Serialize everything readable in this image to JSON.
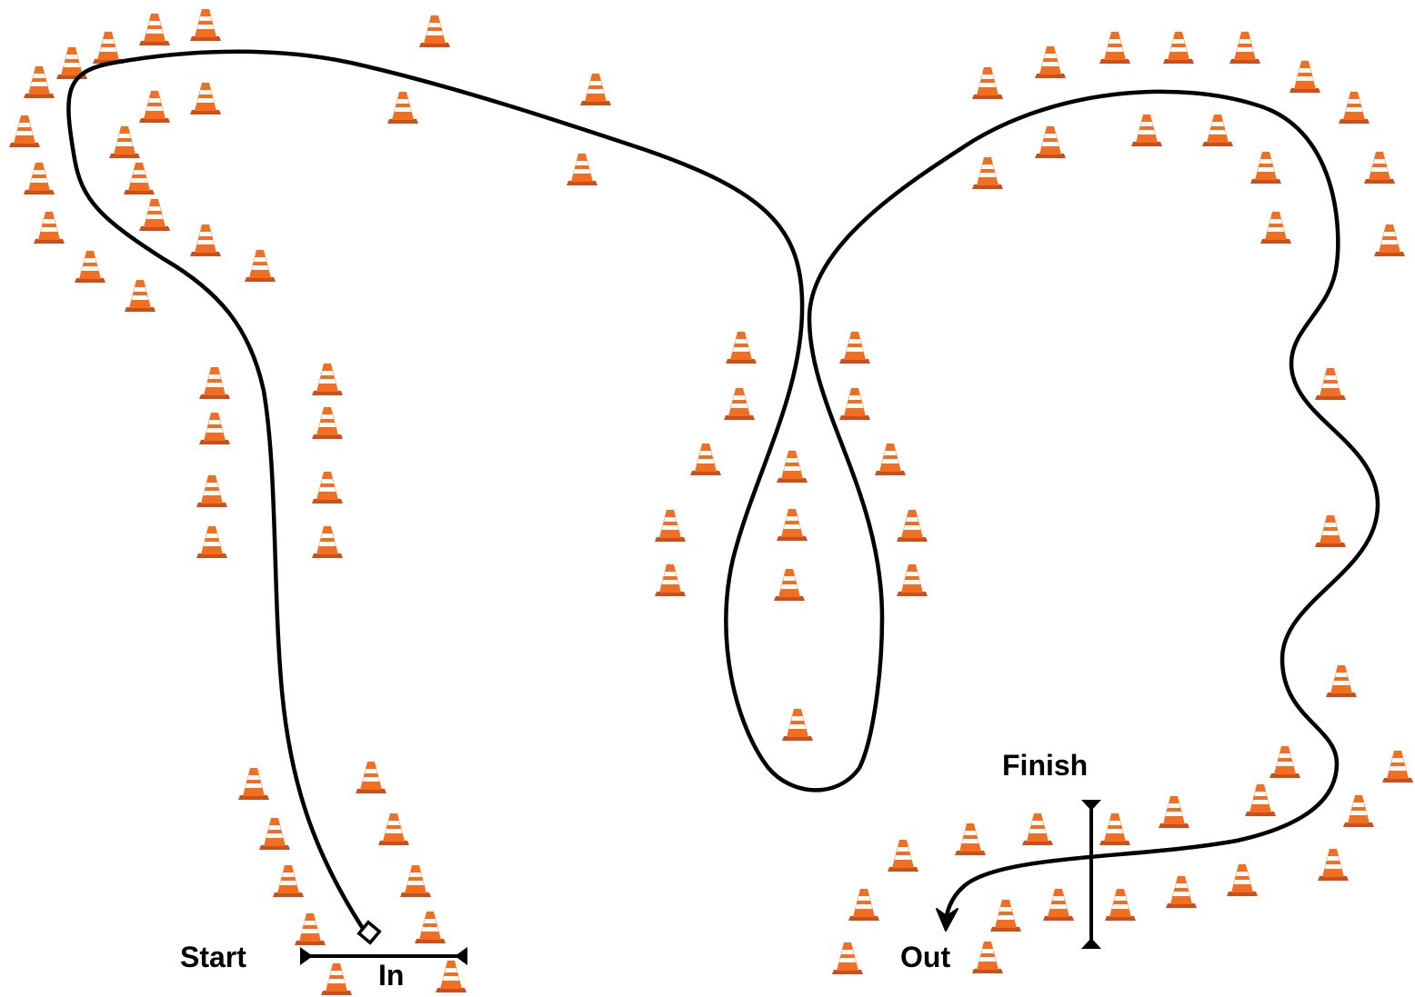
{
  "labels": {
    "start": "Start",
    "in": "In",
    "finish": "Finish",
    "out": "Out"
  },
  "colors": {
    "cone_orange": "#f26f21",
    "cone_stripe": "#ffffff",
    "cone_base": "#c9501a",
    "path": "#000000"
  },
  "icons": {
    "cone": "traffic-cone-icon",
    "start_marker": "start-marker-icon",
    "arrow": "arrow-head-icon"
  }
}
